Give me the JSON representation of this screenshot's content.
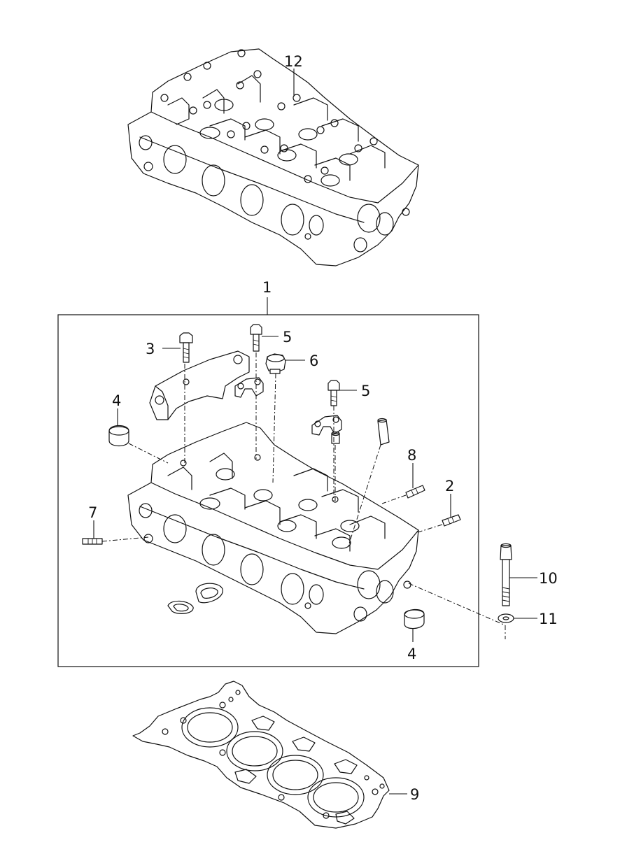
{
  "callouts": {
    "c1": "1",
    "c2": "2",
    "c3": "3",
    "c4a": "4",
    "c4b": "4",
    "c5a": "5",
    "c5b": "5",
    "c6": "6",
    "c7": "7",
    "c8": "8",
    "c9": "9",
    "c10": "10",
    "c11": "11",
    "c12": "12"
  },
  "colors": {
    "ink": "#111111",
    "paper": "#ffffff"
  }
}
